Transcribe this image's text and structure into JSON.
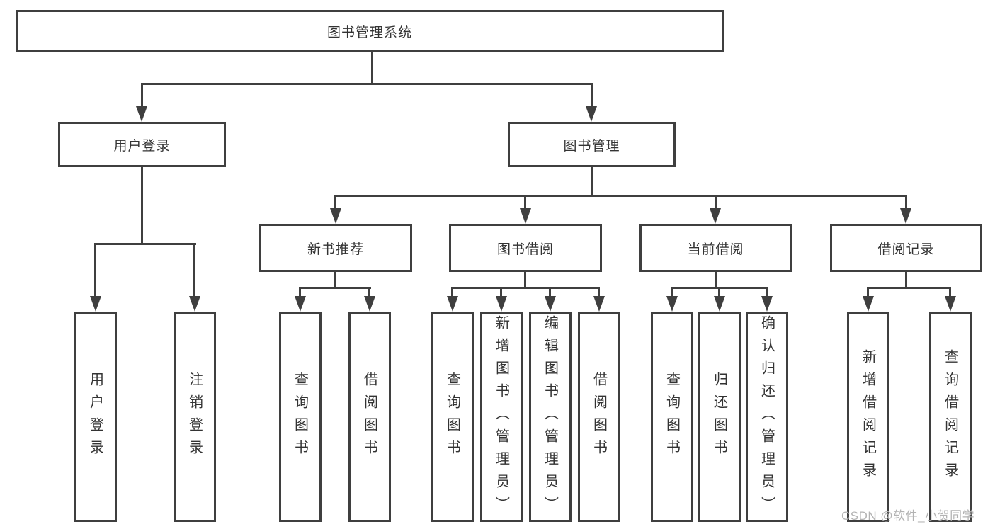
{
  "diagram": {
    "root": {
      "label": "图书管理系统"
    },
    "level2": {
      "user_login": {
        "label": "用户登录"
      },
      "book_mgmt": {
        "label": "图书管理"
      }
    },
    "level3": {
      "new_books": {
        "label": "新书推荐"
      },
      "book_borrow": {
        "label": "图书借阅"
      },
      "current_borrow": {
        "label": "当前借阅"
      },
      "borrow_records": {
        "label": "借阅记录"
      }
    },
    "leaves": {
      "user_login": [
        "用户登录",
        "注销登录"
      ],
      "new_books": [
        "查询图书",
        "借阅图书"
      ],
      "book_borrow": [
        "查询图书",
        "新增图书（管理员）",
        "编辑图书（管理员）",
        "借阅图书"
      ],
      "current_borrow": [
        "查询图书",
        "归还图书",
        "确认归还（管理员）"
      ],
      "borrow_records": [
        "新增借阅记录",
        "查询借阅记录"
      ]
    }
  },
  "watermark": "CSDN @软件_小贺同学",
  "colors": {
    "line": "#3f3f3f",
    "text": "#333333",
    "background": "#ffffff",
    "watermark": "#b3b3b3"
  }
}
